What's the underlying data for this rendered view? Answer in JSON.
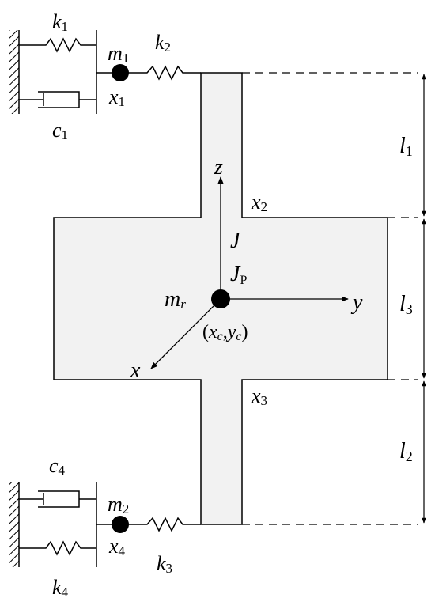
{
  "colors": {
    "line": "#000000",
    "body_fill": "#f2f2f2",
    "background": "#ffffff"
  },
  "labels": {
    "k1": {
      "base": "k",
      "sub": "1"
    },
    "k2": {
      "base": "k",
      "sub": "2"
    },
    "k3": {
      "base": "k",
      "sub": "3"
    },
    "k4": {
      "base": "k",
      "sub": "4"
    },
    "m1": {
      "base": "m",
      "sub": "1"
    },
    "m2": {
      "base": "m",
      "sub": "2"
    },
    "c1": {
      "base": "c",
      "sub": "1"
    },
    "c4": {
      "base": "c",
      "sub": "4"
    },
    "x1": {
      "base": "x",
      "sub": "1"
    },
    "x2": {
      "base": "x",
      "sub": "2"
    },
    "x3": {
      "base": "x",
      "sub": "3"
    },
    "x4": {
      "base": "x",
      "sub": "4"
    },
    "l1": {
      "base": "l",
      "sub": "1"
    },
    "l2": {
      "base": "l",
      "sub": "2"
    },
    "l3": {
      "base": "l",
      "sub": "3"
    },
    "mr": {
      "base": "m",
      "sub": "r"
    },
    "J": "J",
    "JP": {
      "base": "J",
      "sub": "P"
    },
    "axis_z": "z",
    "axis_y": "y",
    "axis_x": "x",
    "coords": {
      "open": "(",
      "xc_base": "x",
      "xc_sub": "c",
      "comma": ",",
      "yc_base": "y",
      "yc_sub": "c",
      "close": ")"
    }
  }
}
